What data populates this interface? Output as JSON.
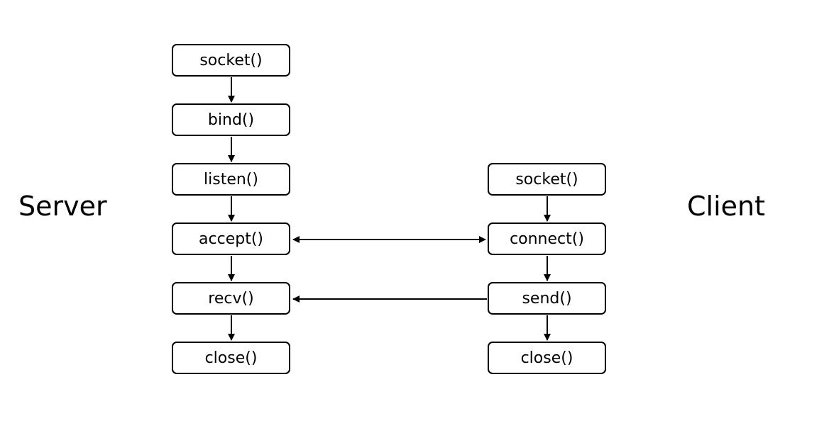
{
  "labels": {
    "server": "Server",
    "client": "Client"
  },
  "server_steps": [
    "socket()",
    "bind()",
    "listen()",
    "accept()",
    "recv()",
    "close()"
  ],
  "client_steps": [
    "socket()",
    "connect()",
    "send()",
    "close()"
  ],
  "connections": [
    {
      "from": "server.accept",
      "to": "client.connect",
      "direction": "bidirectional"
    },
    {
      "from": "client.send",
      "to": "server.recv",
      "direction": "to-server"
    }
  ],
  "colors": {
    "line": "#000000",
    "box_fill": "#ffffff",
    "background": "#ffffff"
  }
}
